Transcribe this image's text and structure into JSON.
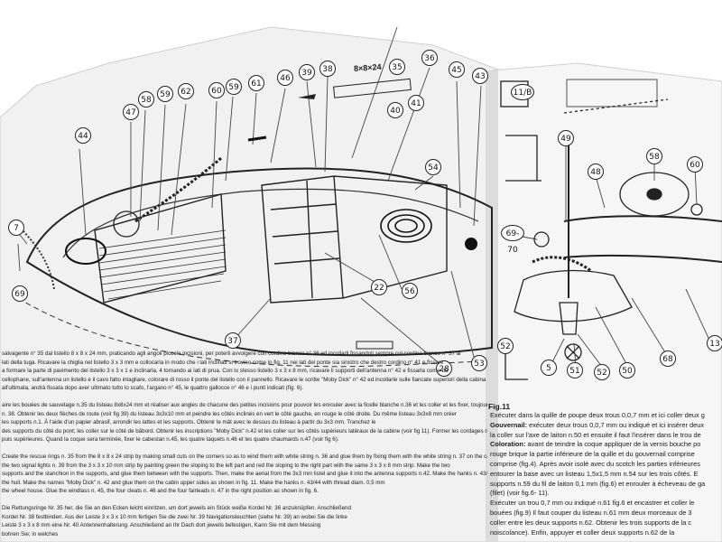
{
  "left_page": {
    "callouts": [
      "7",
      "69",
      "44",
      "47",
      "58",
      "59",
      "62",
      "60",
      "59",
      "61",
      "46",
      "39",
      "38",
      "35",
      "36",
      "41",
      "40",
      "45",
      "43",
      "54",
      "22",
      "56",
      "37",
      "28",
      "53"
    ],
    "dim_label": "8×8×24",
    "text_lines": [
      "salvagente n° 35 dal listello 8 x 8 x 24 mm, praticando agli angoli piccole incisioni, per poterli avvolgere con cordino bianco n° 36 ed incollarli fissandoli sempre col cordino bianco n° 37 ai",
      "lati della tuga. Ricavare la chiglia nel listello 3 x 3 mm e collocarla in modo che i lati inclinati si trovino come in fig. 11 nei lati del ponte sia sinistro che destro cordino n° 41 e fissare",
      "a formare la parte di pavimento del listello 3 x 3 x 1 e inclinarla, 4 tornando ai lati di prua. Con lo stesso listello 3 x 3 x 8 mm, ricavare li supporti dell'antenna n° 42 e fissarla come da",
      "cellophane, sull'antenna un listello e il cavo fatto intagliare, colorare di rosso il ponte del listello con il pannello. Ricavare le scritte \"Moby Dick\" n° 42 ed incollarle sulle fiancate superiori della cabina vedi fig. 11. Formare le matasse n° 43/44",
      "all'ultimata, andrà fissata dopo aver ultimato tutto lo scafo, l'argano n° 45, le quattro gallocce n° 46 e i punti indicati (fig. 6).",
      "",
      "aire les bouées de sauvetage n.35 du listeau 8x8x24 mm et réaliser aux angles de chacune des petites incisions pour pouvoir les enrouler avec la ficelle blanche n.36 et les coller et les fixer, toujours avec la ficelle",
      "n. 38. Obtenir les deux flèches de route (voir fig 39) du listeau 3x3x10 mm et peindre les côtés inclinés en vert le côté gauche, en rouge le côté droite. Du même listeau 3x3x8 mm créer",
      "les supports n.1. À l'aide d'un papier abrasif, arrondir les lattes et les supports. Obtenir le mât avec le dessus du listeau à partir du 3x3 mm. Tranchez le",
      "des supports du côté du pont; les coller sur le côté de bâbord. Obtenir les inscriptions \"Moby Dick\" n.42 et les coller sur les côtés supérieurs latéraux de la cabine (voir fig 11). Former les cordages n° 47",
      "puis supérieures. Quand la coque sera terminée, fixer le cabestan n.45, les quatre taquets n.46 et les quatre chaumards n.47 (voir fig 6).",
      "",
      "Create the rescue rings n. 35 from the 8 x 8 x 24 strip by making small cuts on the corners so as to wind them with white string n. 36 and glue them by fixing them with the white string n. 37 on the cabin roof",
      "the two signal lights n. 39 from the 3 x 3 x 10 mm strip by painting green the sloping to the left part and red the sloping to the right part with the same 3 x 3 x 8 mm strip. Make the two",
      "supports and the stanchion in the supports, and glue them between with the supports. Then, make the aerial from the 3x3 mm listel and glue it into the antenna supports n.42. Make the hanks n. 43/44 with thread diam. 0,5 mm",
      "the hull. Make the names \"Moby Dick\" n. 42 and glue them on the cabin upper sides as shown in fig. 11. Make the hanks n. 43/44 with thread diam. 0,5 mm",
      "the wheel house. Glue the windlass n. 45, the four cleats n. 46 and the four fairleads n. 47 in the right position as shown in fig. 6.",
      "",
      "Die Rettungsringe Nr. 35 her, die Sie an den Ecken leicht einritzen, um dort jeweils ein Stück weiße Kordel Nr. 36 anzuknüpfen. Anschließend",
      "Kordel Nr. 38 festbinden. Aus der Leiste 3 x 3 x 10 mm fertigen Sie die zwei Nr. 39 Navigationsleuchten (siehe Nr. 39) an wobei Sie die linke",
      "Leiste 3 x 3 x 8 mm eine Nr. 40 Antennenhalterung. Anschließend an Ihr Dach dort jeweils befestigen, Kann Sie mit dem Messing",
      "bohren Sie; in welches"
    ]
  },
  "right_page": {
    "callouts": [
      "11/B",
      "49",
      "48",
      "58",
      "60",
      "69-70",
      "5",
      "51",
      "52",
      "50",
      "52",
      "68",
      "13"
    ],
    "figure_label": "Fig.11",
    "text_lines": [
      "Exécuter dans la quille de poupe deux trous 0,0,7 mm et ici coller deux g",
      "Gouvernail: exécuter deux trous 0,0,7 mm ou indiqué et ici insérer deux",
      "la coller sur l'axe de laiton n.50 et ensuite il faut l'insérer dans le trou de",
      "Coloration: avant de teindre la coque appliquer de la vernis bouche po",
      "rouge brique la partie inférieure de la quille et du gouvernail comprise",
      "comprise (fig.4). Après avoir isolé avec du scotch les parties inférieures",
      "entourer la base avec un listeau 1,5x1,5 mm n.54 sur les trois côtés. E",
      "supports n.59 du fil de laiton 0,1 mm (fig.6) et enrouler à écheveau de ga",
      "(filet) (voir fig.6- 11).",
      "Exécuter un trou 0,7 mm ou indiqué n.61 fig.6 et encastrer et coller le",
      "bouées (fig.9) Il faut couper du listeau n.61 mm deux morceaux de 3",
      "coller entre les deux supports n.62. Obtenir les trois supports de la c",
      "noiscolance). Enfin, appuyer et coller deux supports n.62 de la"
    ]
  }
}
